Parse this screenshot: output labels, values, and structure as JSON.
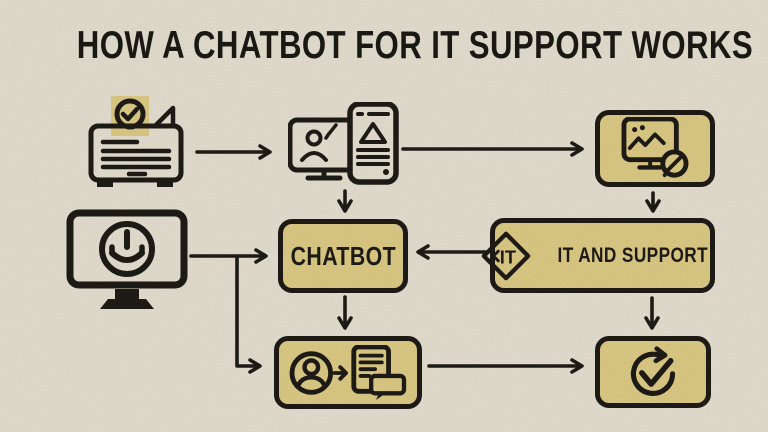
{
  "title": "HOW A CHATBOT FOR IT SUPPORT WORKS",
  "colors": {
    "background": "#f4efdf",
    "box_fill": "#ecd88e",
    "ink": "#201d17"
  },
  "nodes": {
    "ticket": {
      "icon": "document-ticket-check-icon"
    },
    "user_device": {
      "icon": "monitor-user-phone-icon"
    },
    "analysis": {
      "icon": "screen-scan-icon"
    },
    "availability": {
      "icon": "monitor-smile-clock-icon"
    },
    "chatbot": {
      "label": "CHATBOT"
    },
    "it_support": {
      "label": "IT AND SUPPORT",
      "badge": "IT"
    },
    "handoff": {
      "icon": "user-to-document-chat-icon"
    },
    "resolution": {
      "icon": "check-cycle-icon"
    }
  }
}
